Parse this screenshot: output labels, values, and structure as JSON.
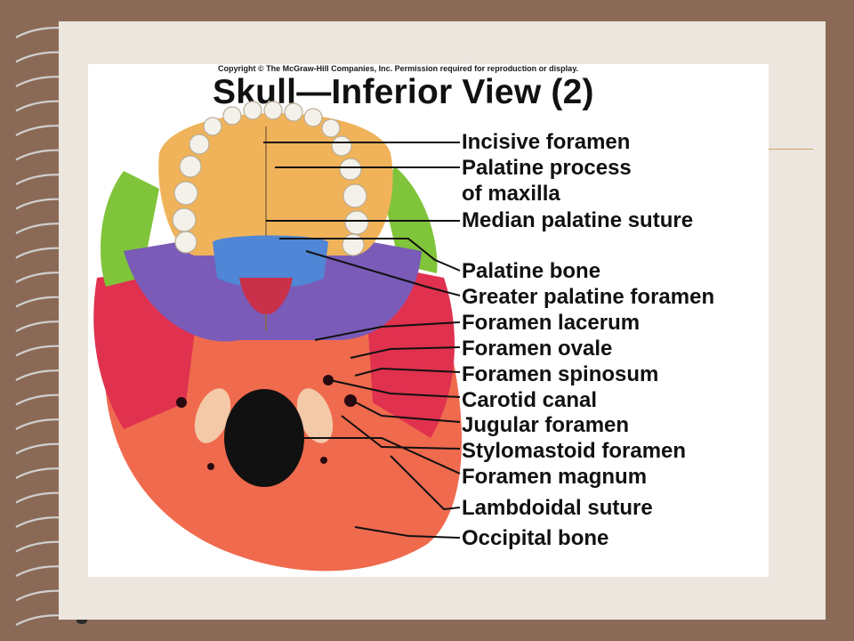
{
  "copyright": "Copyright © The McGraw-Hill Companies, Inc. Permission required for reproduction or display.",
  "title": "Skull—Inferior View (2)",
  "labels": [
    "Incisive foramen",
    "Palatine process",
    "of maxilla",
    "Median palatine suture",
    "Palatine bone",
    "Greater palatine foramen",
    "Foramen lacerum",
    "Foramen ovale",
    "Foramen spinosum",
    "Carotid canal",
    "Jugular foramen",
    "Stylomastoid foramen",
    "Foramen magnum",
    "Lambdoidal suture",
    "Occipital bone"
  ],
  "colors": {
    "frame": "#8a6a56",
    "slide": "#ece6df",
    "maxilla": "#f0b35a",
    "palatine": "#4f86d6",
    "sphenoid": "#7a5bb8",
    "temporal": "#e23a5a",
    "occipital": "#f05a4a",
    "zygomatic": "#7fc43a"
  }
}
